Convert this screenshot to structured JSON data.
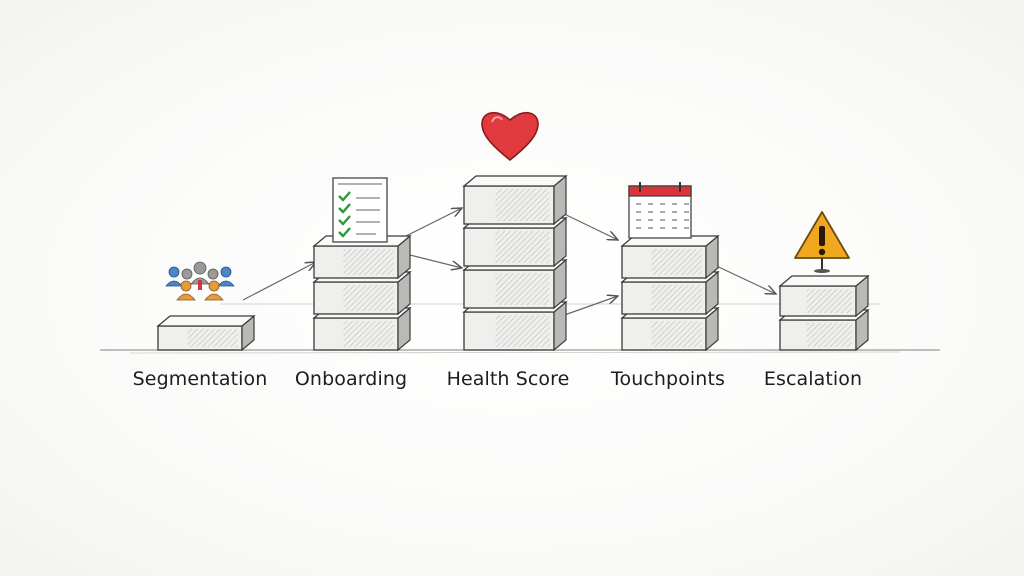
{
  "stages": [
    {
      "label": "Segmentation",
      "icon": "people-group-icon"
    },
    {
      "label": "Onboarding",
      "icon": "checklist-icon"
    },
    {
      "label": "Health Score",
      "icon": "heart-icon"
    },
    {
      "label": "Touchpoints",
      "icon": "calendar-icon"
    },
    {
      "label": "Escalation",
      "icon": "warning-icon"
    }
  ],
  "colors": {
    "block_face": "#efefed",
    "block_top": "#fafaf8",
    "block_side": "#b9b9b6",
    "outline": "#3a3a3a",
    "heart": "#e0393e",
    "warning": "#f0a81e",
    "calendar": "#d8343a",
    "check": "#2c9a3c",
    "people_blue": "#4a86c8",
    "people_orange": "#e59a3c"
  }
}
